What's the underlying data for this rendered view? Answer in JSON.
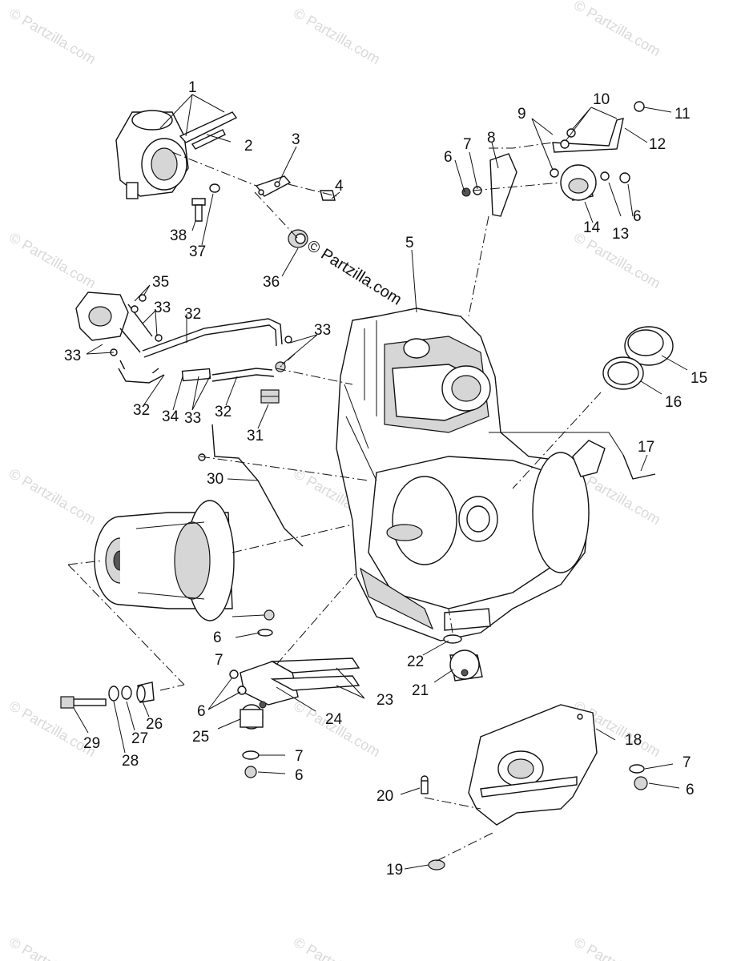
{
  "watermark": "© Partzilla.com",
  "brand_mark": "© Partzilla.com",
  "callouts": {
    "p1": "1",
    "p2": "2",
    "p3": "3",
    "p4": "4",
    "p5": "5",
    "p6": "6",
    "p7": "7",
    "p8": "8",
    "p9": "9",
    "p10": "10",
    "p11": "11",
    "p12": "12",
    "p13": "13",
    "p14": "14",
    "p15": "15",
    "p16": "16",
    "p17": "17",
    "p18": "18",
    "p19": "19",
    "p20": "20",
    "p21": "21",
    "p22": "22",
    "p23": "23",
    "p24": "24",
    "p25": "25",
    "p26": "26",
    "p27": "27",
    "p28": "28",
    "p29": "29",
    "p30": "30",
    "p31": "31",
    "p32": "32",
    "p33": "33",
    "p34": "34",
    "p35": "35",
    "p36": "36",
    "p37": "37",
    "p38": "38"
  }
}
